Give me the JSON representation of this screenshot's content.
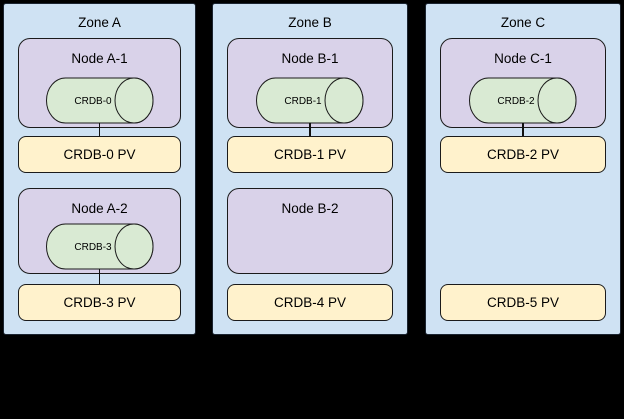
{
  "diagram": {
    "background": "#000000",
    "colors": {
      "zone_fill": "#cfe2f3",
      "node_fill": "#d9d2e9",
      "pod_fill": "#d9ead3",
      "pv_fill": "#fff2cc",
      "border": "#1b1b1b"
    }
  },
  "zones": [
    {
      "title": "Zone A",
      "node1": {
        "label": "Node A-1",
        "pod": "CRDB-0"
      },
      "pv1": "CRDB-0 PV",
      "node2": {
        "label": "Node A-2",
        "pod": "CRDB-3"
      },
      "pv2": "CRDB-3 PV"
    },
    {
      "title": "Zone B",
      "node1": {
        "label": "Node B-1",
        "pod": "CRDB-1"
      },
      "pv1": "CRDB-1 PV",
      "node2": {
        "label": "Node B-2"
      },
      "pv2": "CRDB-4 PV"
    },
    {
      "title": "Zone C",
      "node1": {
        "label": "Node C-1",
        "pod": "CRDB-2"
      },
      "pv1": "CRDB-2 PV",
      "pv2": "CRDB-5 PV"
    }
  ]
}
